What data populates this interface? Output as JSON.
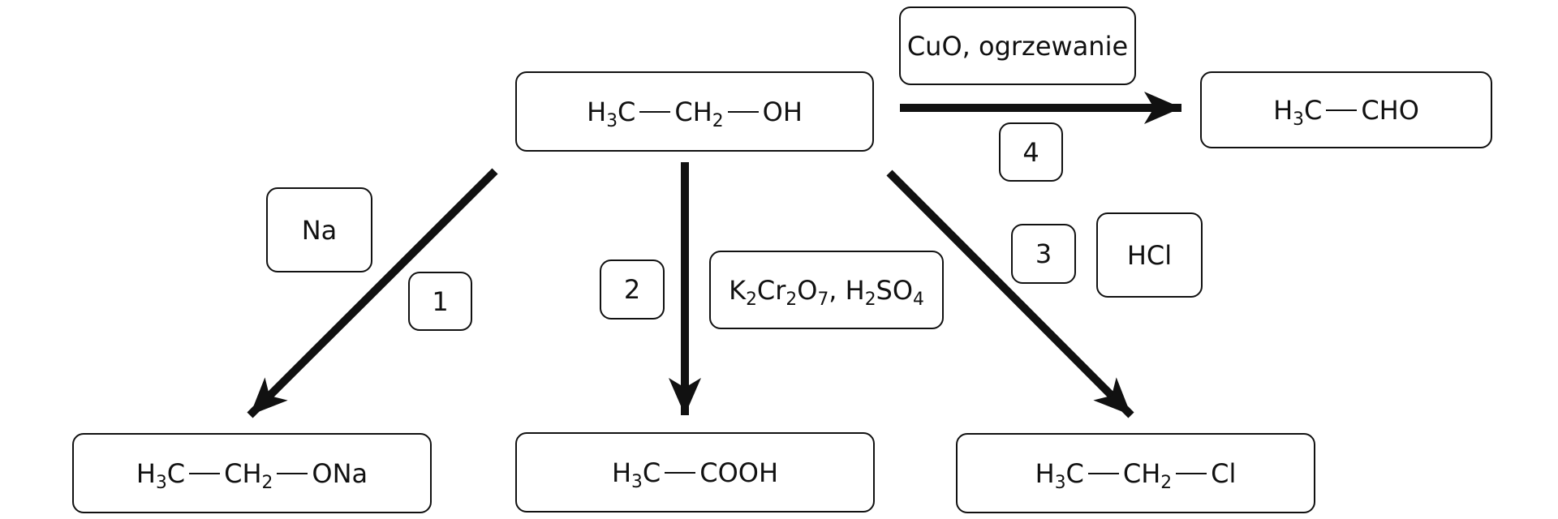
{
  "colors": {
    "stroke": "#111111",
    "background": "#ffffff"
  },
  "compounds": {
    "ethanol": {
      "parts": [
        "H",
        "3",
        "C",
        "CH",
        "2",
        "OH"
      ]
    },
    "acetaldehyde": {
      "parts": [
        "H",
        "3",
        "C",
        "CHO"
      ]
    },
    "ethoxide": {
      "parts": [
        "H",
        "3",
        "C",
        "CH",
        "2",
        "ONa"
      ]
    },
    "acetic_acid": {
      "parts": [
        "H",
        "3",
        "C",
        "COOH"
      ]
    },
    "chloroethane": {
      "parts": [
        "H",
        "3",
        "C",
        "CH",
        "2",
        "Cl"
      ]
    }
  },
  "reactions": [
    {
      "number": "1",
      "reagent": {
        "na": "Na"
      }
    },
    {
      "number": "2",
      "reagent": {
        "k": "K",
        "k_sub": "2",
        "cr": "Cr",
        "cr_sub": "2",
        "o": "O",
        "o_sub": "7",
        "sep": ", ",
        "h": "H",
        "h_sub": "2",
        "so": "SO",
        "so_sub": "4"
      }
    },
    {
      "number": "3",
      "reagent": {
        "hcl": "HCl"
      }
    },
    {
      "number": "4",
      "reagent": {
        "text": "CuO, ogrzewanie"
      }
    }
  ]
}
